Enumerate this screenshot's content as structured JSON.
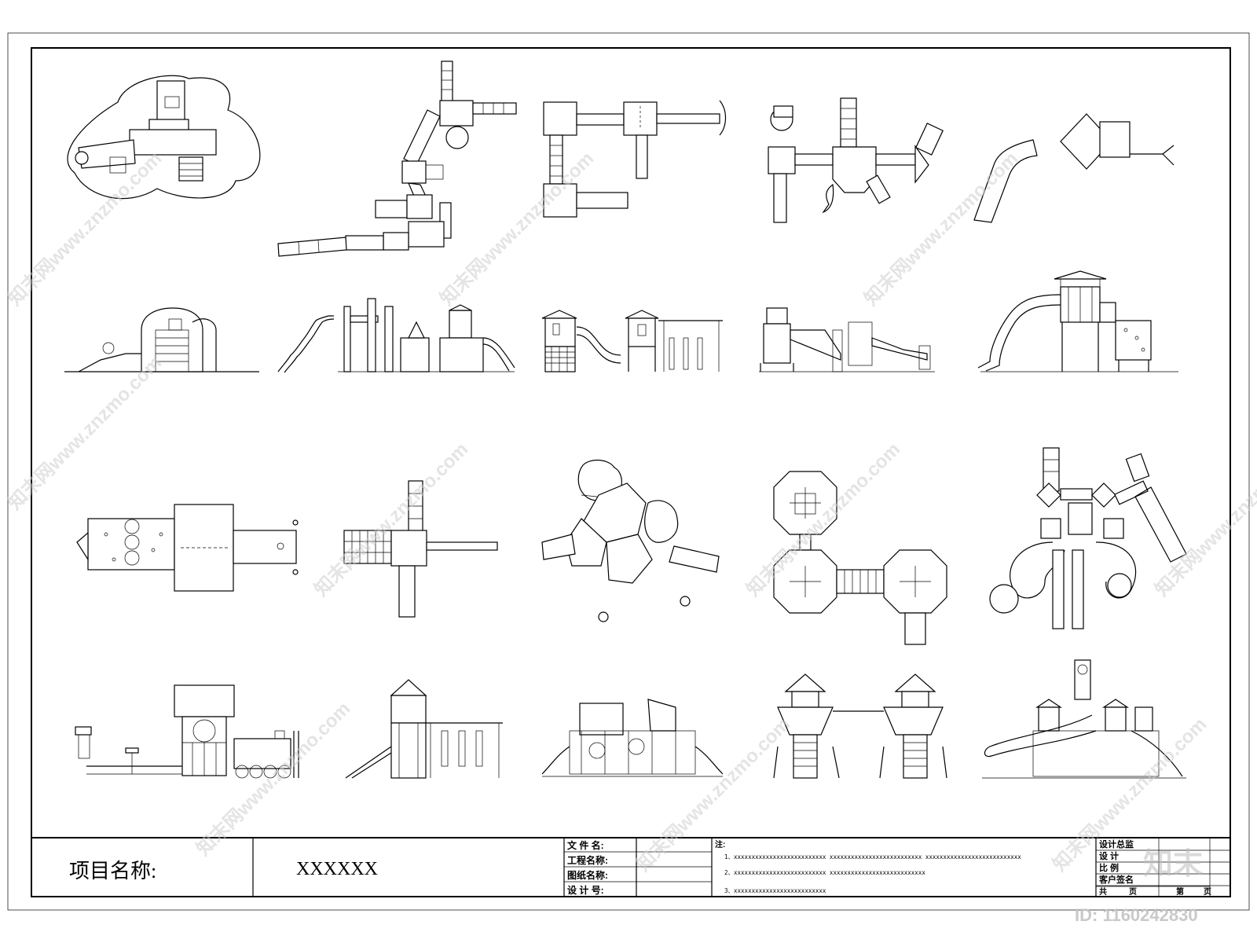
{
  "title_block": {
    "project_label": "项目名称:",
    "project_value": "XXXXXX",
    "fields": [
      "文 件 名:",
      "工程名称:",
      "图纸名称:",
      "设 计 号:"
    ],
    "notes_label": "注:",
    "notes": [
      "1、xxxxxxxxxxxxxxxxxxxxxxxxxx    xxxxxxxxxxxxxxxxxxxxxxxxxx    xxxxxxxxxxxxxxxxxxxxxxxxxxx",
      "2、xxxxxxxxxxxxxxxxxxxxxxxxxx    xxxxxxxxxxxxxxxxxxxxxxxxxxx",
      "3、xxxxxxxxxxxxxxxxxxxxxxxxxx"
    ],
    "approval_rows": [
      "设计总监",
      "设    计",
      "比    例",
      "客户签名"
    ],
    "footer_left": "共",
    "footer_mid": "页",
    "footer_right_a": "第",
    "footer_right_b": "页"
  },
  "watermark": {
    "text": "知末网www.znzmo.com",
    "logo": "知末",
    "id_label": "ID: 1160242830"
  }
}
